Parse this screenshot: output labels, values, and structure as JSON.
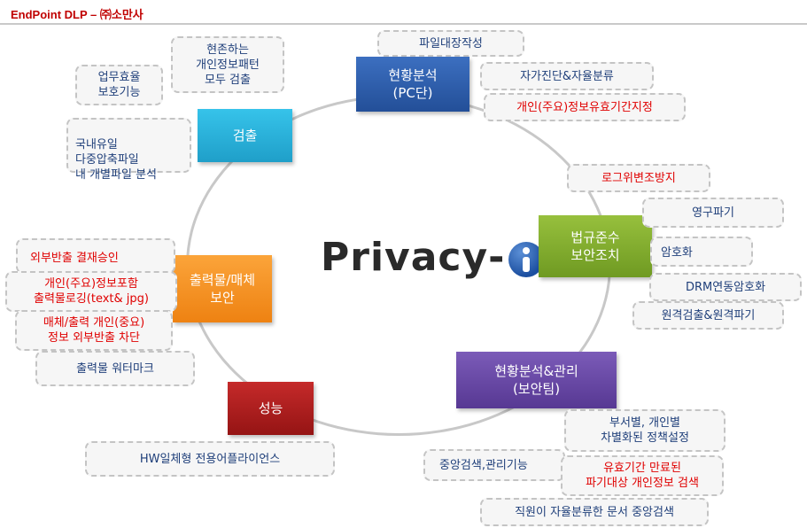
{
  "header": {
    "title": "EndPoint DLP – ㈜소만사"
  },
  "logo": {
    "text": "Privacy-"
  },
  "colors": {
    "blue": "#2f5ea8",
    "cyan": "#2bb1d8",
    "green": "#86ad32",
    "orange": "#f3901f",
    "red": "#b01c1c",
    "purple": "#6a4aa3",
    "note_blue": "#1f3f7a",
    "note_red": "#e00000"
  },
  "nodes": {
    "status_pc": "현황분석\n(PC단)",
    "detect": "검출",
    "legal": "법규준수\n보안조치",
    "output": "출력물/매체\n보안",
    "manage": "현황분석&관리\n(보안팀)",
    "perf": "성능"
  },
  "notes": {
    "file_ledger": "파일대장작성",
    "self_diag": "자가진단&자율분류",
    "retention": "개인(주요)정보유효기간지정",
    "existing_patterns": "현존하는\n개인정보패턴\n모두 검출",
    "efficiency": "업무효율\n보호기능",
    "domestic": "국내유일\n다중압축파일\n내 개별파일 분석",
    "log_tamper": "로그위변조방지",
    "permanent_delete": "영구파기",
    "encryption": "암호화",
    "drm": "DRM연동암호화",
    "remote": "원격검출&원격파기",
    "export_approval": "외부반출 결재승인",
    "print_log": "개인(주요)정보포함\n출력물로깅(text& jpg)",
    "media_block": "매체/출력 개인(중요)\n정보 외부반출 차단",
    "watermark": "출력물 워터마크",
    "hw_appliance": "HW일체형 전용어플라이언스",
    "dept_policy": "부서별, 개인별\n차별화된 정책설정",
    "central_search": "중앙검색,관리기능",
    "expired": "유효기간 만료된\n파기대상 개인정보 검색",
    "doc_search": "직원이 자율분류한 문서 중앙검색"
  }
}
